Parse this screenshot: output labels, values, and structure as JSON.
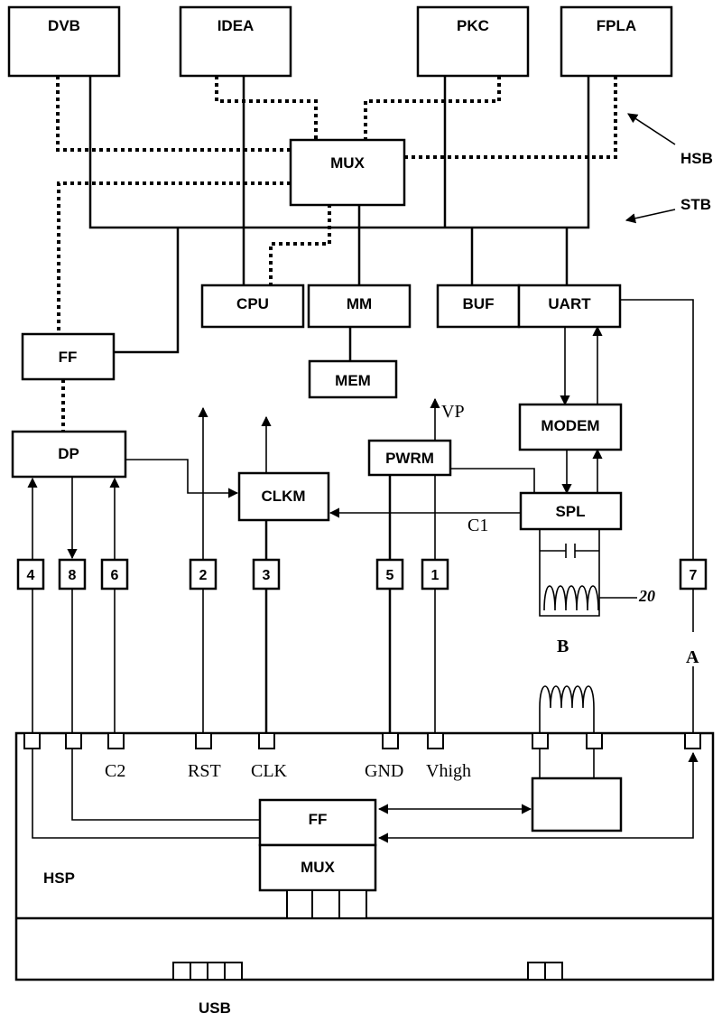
{
  "blocks": {
    "dvb": "DVB",
    "idea": "IDEA",
    "pkc": "PKC",
    "fpla": "FPLA",
    "mux_top": "MUX",
    "cpu": "CPU",
    "mm": "MM",
    "buf": "BUF",
    "uart": "UART",
    "ff_top": "FF",
    "mem": "MEM",
    "dp": "DP",
    "clkm": "CLKM",
    "pwrm": "PWRM",
    "modem": "MODEM",
    "spl": "SPL",
    "ff_bottom": "FF",
    "mux_bottom": "MUX"
  },
  "bus_labels": {
    "hsb": "HSB",
    "stb": "STB"
  },
  "signals": {
    "vp": "VP",
    "c1": "C1"
  },
  "pins": [
    "4",
    "8",
    "6",
    "2",
    "3",
    "5",
    "1",
    "7"
  ],
  "ref_coil": "20",
  "label_b": "B",
  "label_a": "A",
  "contacts": {
    "c2": "C2",
    "rst": "RST",
    "clk": "CLK",
    "gnd": "GND",
    "vhigh": "Vhigh"
  },
  "hsp": "HSP",
  "usb": "USB"
}
